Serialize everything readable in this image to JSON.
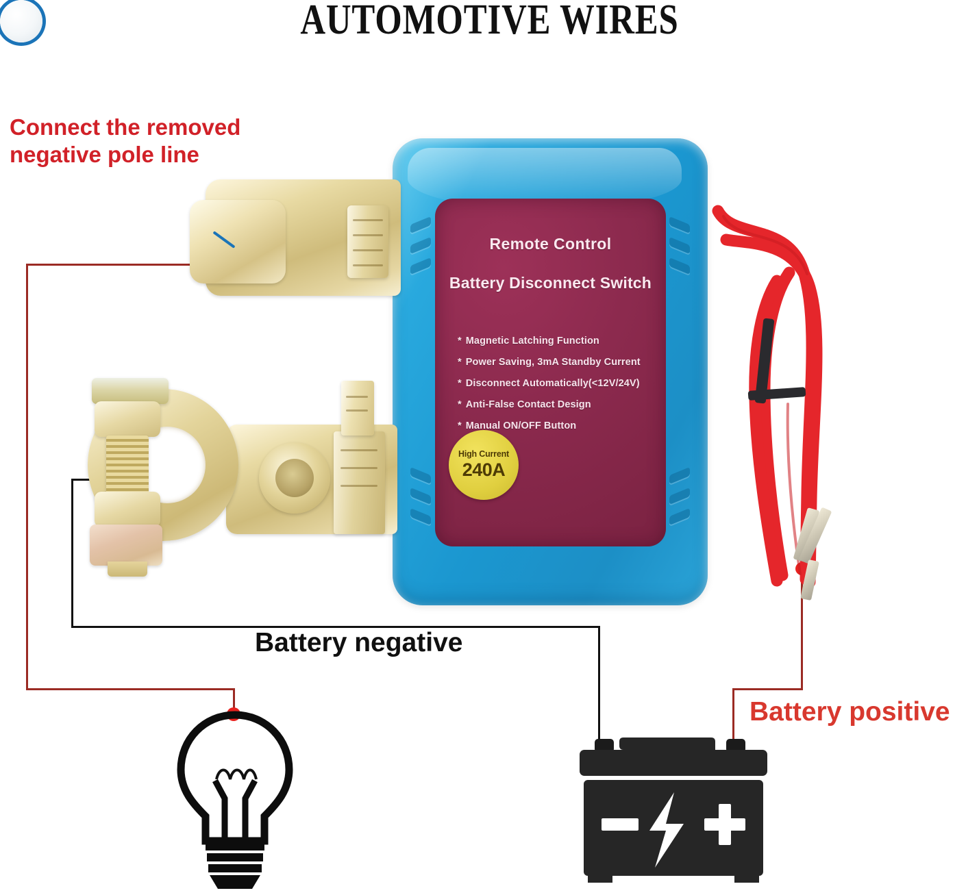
{
  "page": {
    "title": "AUTOMOTIVE WIRES"
  },
  "callouts": {
    "negative_instruction": "Connect the removed negative pole line",
    "battery_negative": "Battery negative",
    "battery_positive": "Battery positive"
  },
  "device": {
    "label_line1": "Remote Control",
    "label_line2": "Battery Disconnect Switch",
    "features": [
      "Magnetic Latching Function",
      "Power Saving, 3mA Standby Current",
      "Disconnect Automatically(<12V/24V)",
      "Anti-False Contact Design",
      "Manual ON/OFF Button"
    ],
    "badge": {
      "top_text": "High Current",
      "value": "240A"
    },
    "colors": {
      "housing_blue": "#1b97d0",
      "label_maroon": "#8c2a4e",
      "badge_yellow": "#e0cf3f",
      "label_text": "#fbe9f0"
    }
  },
  "icons": {
    "bulb": "light-bulb-icon",
    "battery": "car-battery-icon",
    "battery_minus": "minus-symbol",
    "battery_bolt": "lightning-bolt-symbol",
    "battery_plus": "plus-symbol"
  },
  "colors": {
    "callout_red": "#d12128",
    "leader_red": "#9b2b24",
    "leader_black": "#111111",
    "node_red": "#e8221f",
    "node_black": "#101010",
    "brass": "#e3d49b",
    "wire_red": "#e5262b",
    "background": "#ffffff"
  }
}
